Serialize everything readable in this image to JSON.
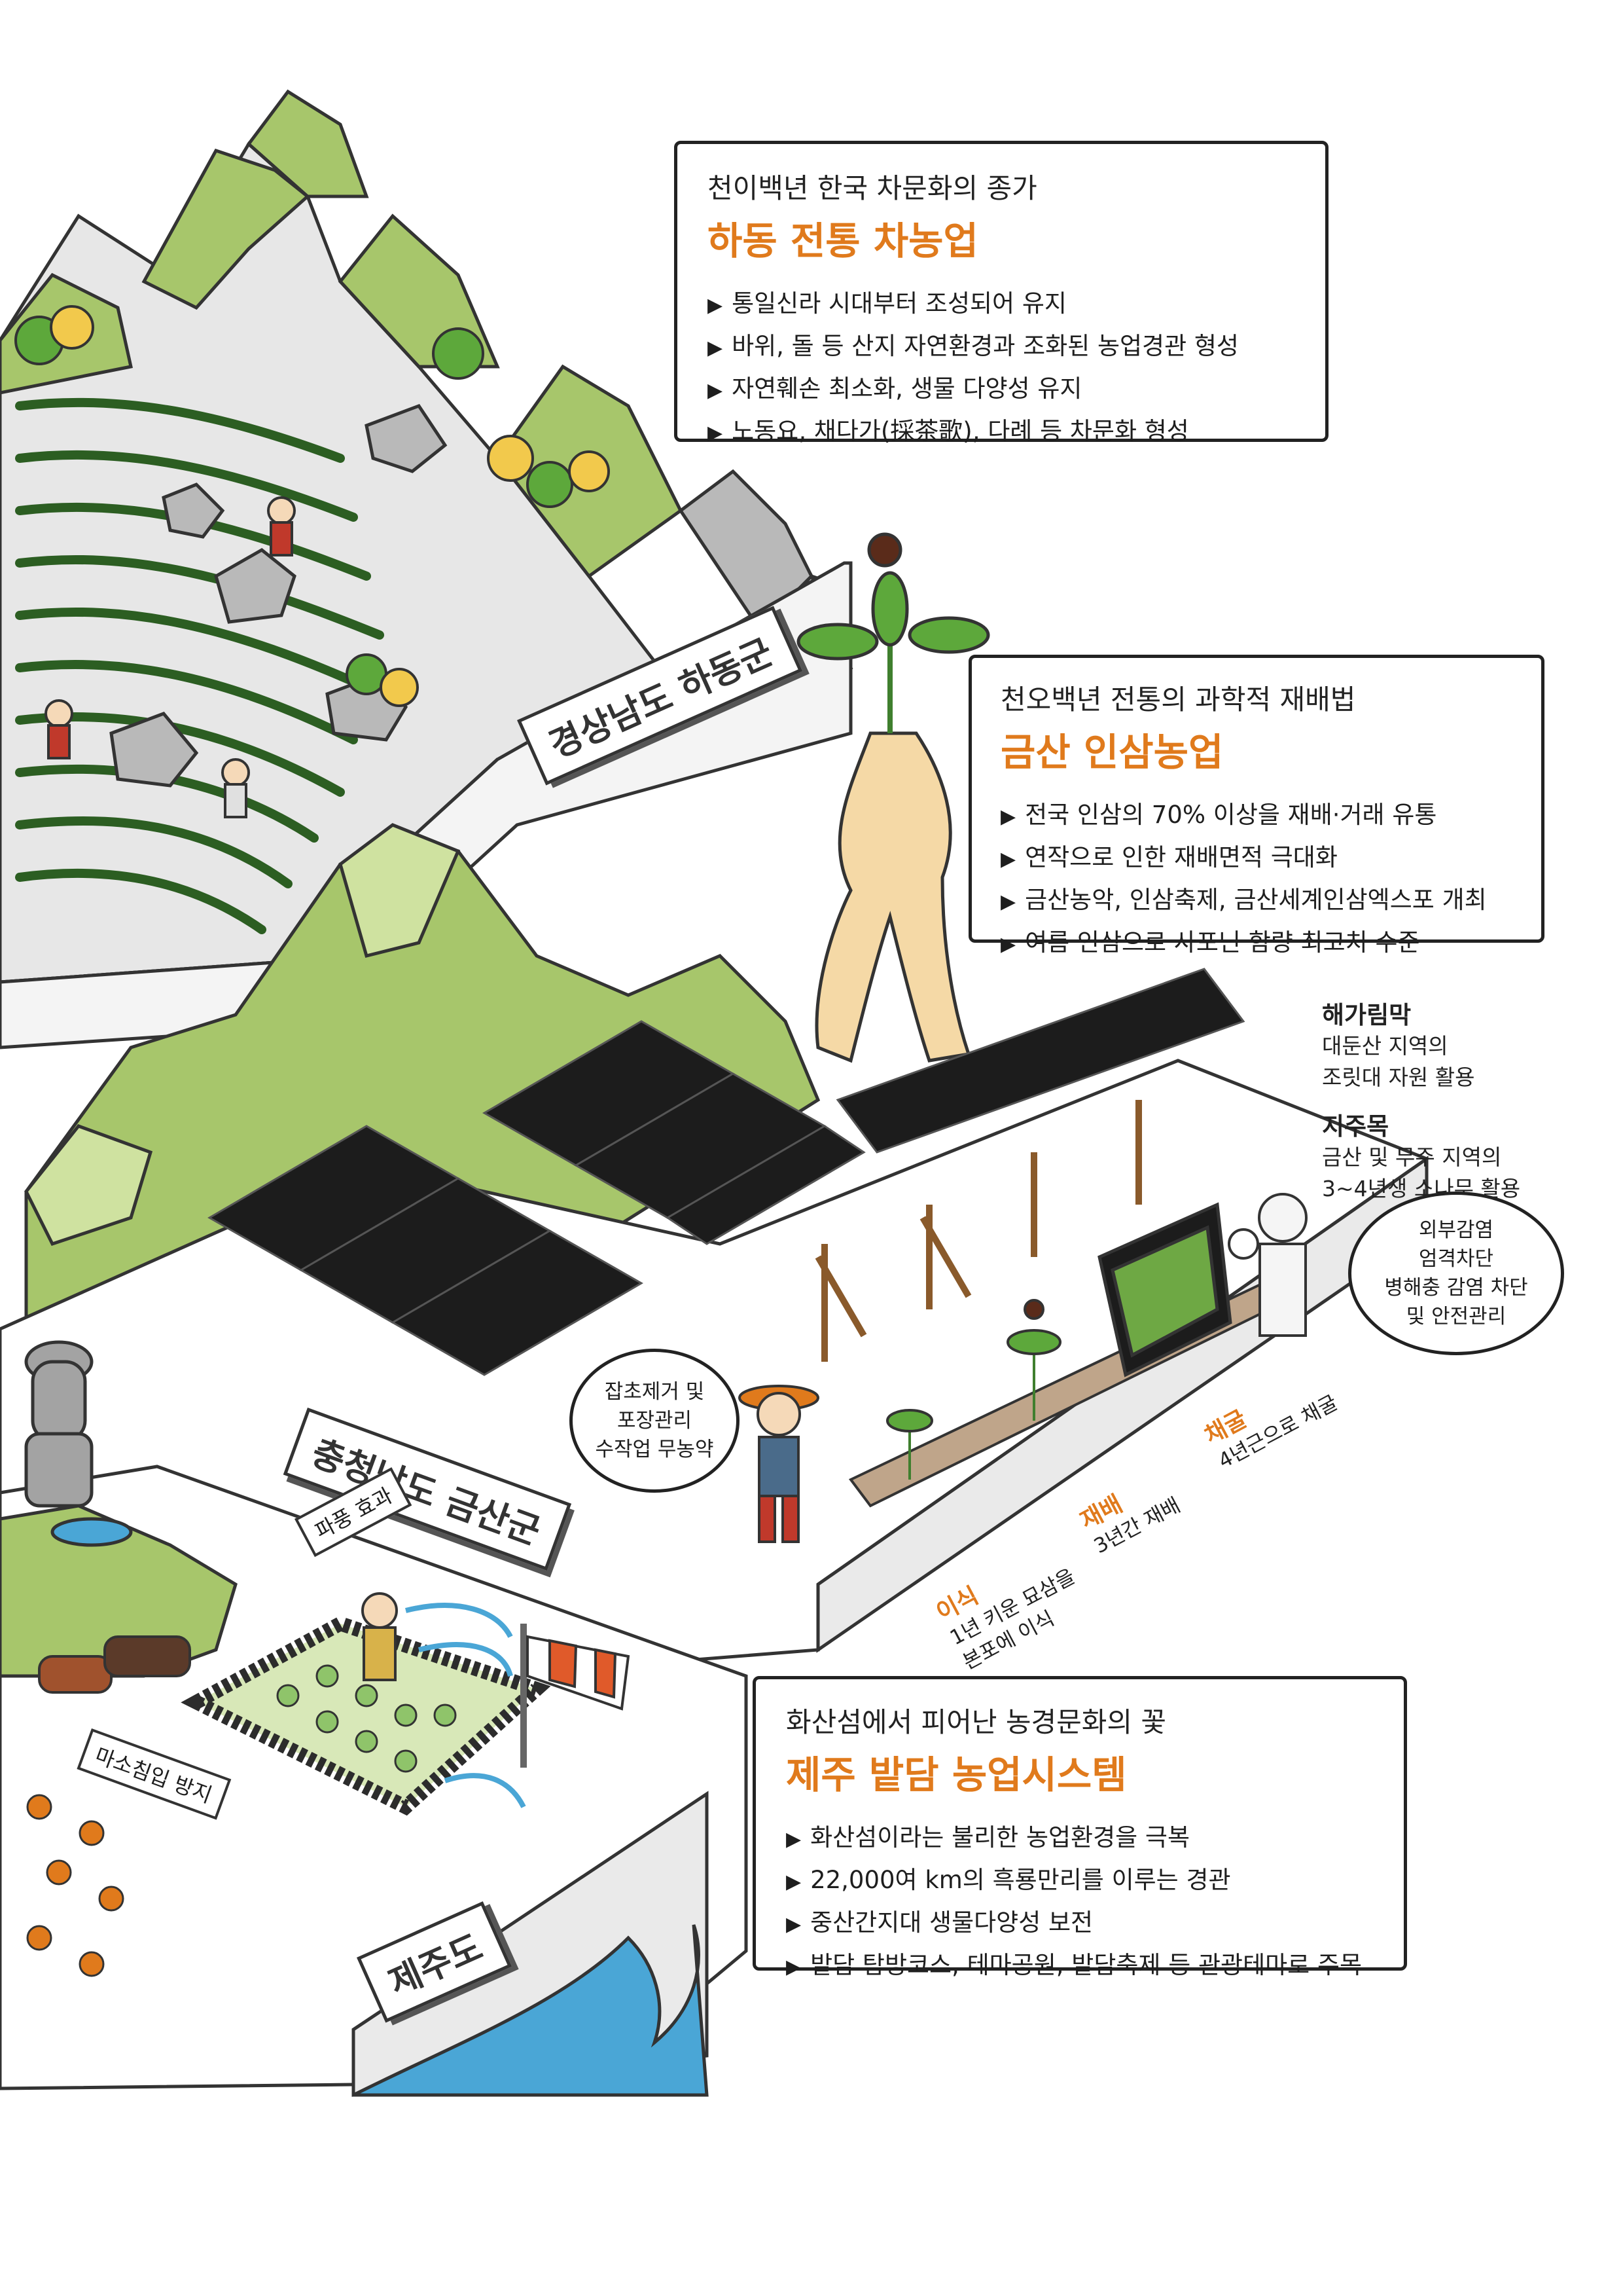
{
  "colors": {
    "accent": "#e07a1c",
    "mountain": "#a7c66b",
    "rock": "#b9b9b9",
    "tea": "#3f7f2e",
    "shade": "#1c1c1c",
    "wood": "#8a5a2b"
  },
  "hadong": {
    "region": "경상남도 하동군",
    "subtitle": "천이백년 한국 차문화의 종가",
    "title": "하동 전통 차농업",
    "bullets": [
      "통일신라 시대부터 조성되어 유지",
      "바위, 돌 등 산지 자연환경과 조화된 농업경관 형성",
      "자연훼손 최소화, 생물 다양성 유지",
      "노동요, 채다가(採茶歌), 다례 등 차문화 형성"
    ]
  },
  "geumsan": {
    "region": "충청남도 금산군",
    "subtitle": "천오백년 전통의 과학적 재배법",
    "title": "금산 인삼농업",
    "bullets": [
      "전국 인삼의 70% 이상을 재배·거래 유통",
      "연작으로 인한 재배면적 극대화",
      "금산농악, 인삼축제, 금산세계인삼엑스포 개최",
      "여름 인삼으로 사포닌 함량 최고치 수준"
    ],
    "labels": [
      {
        "head": "해가림막",
        "desc": [
          "대둔산 지역의",
          "조릿대 자원 활용"
        ]
      },
      {
        "head": "지주목",
        "desc": [
          "금산 및 무주 지역의",
          "3~4년생 소나무 활용"
        ]
      }
    ],
    "bubble_right": [
      "외부감염",
      "엄격차단",
      "병해충 감염 차단",
      "및 안전관리"
    ],
    "bubble_left": [
      "잡초제거 및",
      "포장관리",
      "수작업 무농약"
    ],
    "stages": [
      {
        "head": "이식",
        "desc": [
          "1년 키운 묘삼을",
          "본포에 이식"
        ]
      },
      {
        "head": "재배",
        "desc": [
          "3년간 재배"
        ]
      },
      {
        "head": "채굴",
        "desc": [
          "4년근으로 채굴"
        ]
      }
    ]
  },
  "jeju": {
    "region": "제주도",
    "subtitle": "화산섬에서 피어난 농경문화의 꽃",
    "title": "제주 밭담 농업시스템",
    "bullets": [
      "화산섬이라는 불리한 농업환경을 극복",
      "22,000여 km의 흑룡만리를 이루는 경관",
      "중산간지대 생물다양성 보전",
      "밭담 탐방코스, 테마공원, 밭담축제 등 관광테마로 주목"
    ],
    "sign_wind": "파풍 효과",
    "sign_horse": "마소침입 방지"
  }
}
